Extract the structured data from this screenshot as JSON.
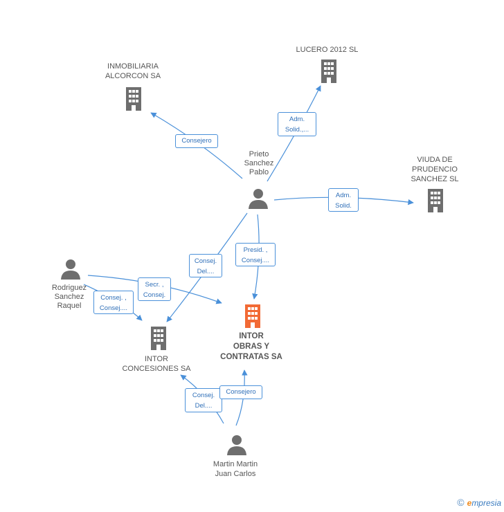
{
  "nodes": {
    "prieto": {
      "name": "Prieto\nSanchez\nPablo",
      "type": "person"
    },
    "rodriguez": {
      "name": "Rodriguez\nSanchez\nRaquel",
      "type": "person"
    },
    "martin": {
      "name": "Martin Martin\nJuan Carlos",
      "type": "person"
    },
    "inmobiliaria": {
      "name": "INMOBILIARIA\nALCORCON SA",
      "type": "company"
    },
    "lucero": {
      "name": "LUCERO 2012 SL",
      "type": "company"
    },
    "viuda": {
      "name": "VIUDA DE\nPRUDENCIO\nSANCHEZ SL",
      "type": "company"
    },
    "intor_concesiones": {
      "name": "INTOR\nCONCESIONES SA",
      "type": "company"
    },
    "intor_obras": {
      "name": "INTOR\nOBRAS Y\nCONTRATAS SA",
      "type": "company",
      "highlight": true
    }
  },
  "edges": {
    "e1": {
      "from": "Prieto Sanchez Pablo",
      "to": "INMOBILIARIA ALCORCON SA",
      "line1": "Consejero",
      "line2": ""
    },
    "e2": {
      "from": "Prieto Sanchez Pablo",
      "to": "LUCERO 2012 SL",
      "line1": "Adm.",
      "line2": "Solid.,..."
    },
    "e3": {
      "from": "Prieto Sanchez Pablo",
      "to": "VIUDA DE PRUDENCIO SANCHEZ SL",
      "line1": "Adm.",
      "line2": "Solid."
    },
    "e4": {
      "from": "Prieto Sanchez Pablo",
      "to": "INTOR OBRAS Y CONTRATAS SA",
      "line1": "Presid. ,",
      "line2": "Consej...."
    },
    "e5": {
      "from": "Prieto Sanchez Pablo",
      "to": "INTOR CONCESIONES SA",
      "line1": "Consej.",
      "line2": "Del...."
    },
    "e6": {
      "from": "Rodriguez Sanchez Raquel",
      "to": "INTOR OBRAS Y CONTRATAS SA",
      "line1": "Secr. ,",
      "line2": "Consej."
    },
    "e7": {
      "from": "Rodriguez Sanchez Raquel",
      "to": "INTOR CONCESIONES SA",
      "line1": "Consej. ,",
      "line2": "Consej...."
    },
    "e8": {
      "from": "Martin Martin Juan Carlos",
      "to": "INTOR CONCESIONES SA",
      "line1": "Consej.",
      "line2": "Del...."
    },
    "e9": {
      "from": "Martin Martin Juan Carlos",
      "to": "INTOR OBRAS Y CONTRATAS SA",
      "line1": "Consejero",
      "line2": ""
    }
  },
  "colors": {
    "edge": "#4a90d9",
    "company": "#6e6e6e",
    "person": "#6e6e6e",
    "highlight": "#f26a35"
  },
  "watermark": {
    "copyright": "©",
    "brand_e": "e",
    "brand_rest": "mpresia"
  }
}
